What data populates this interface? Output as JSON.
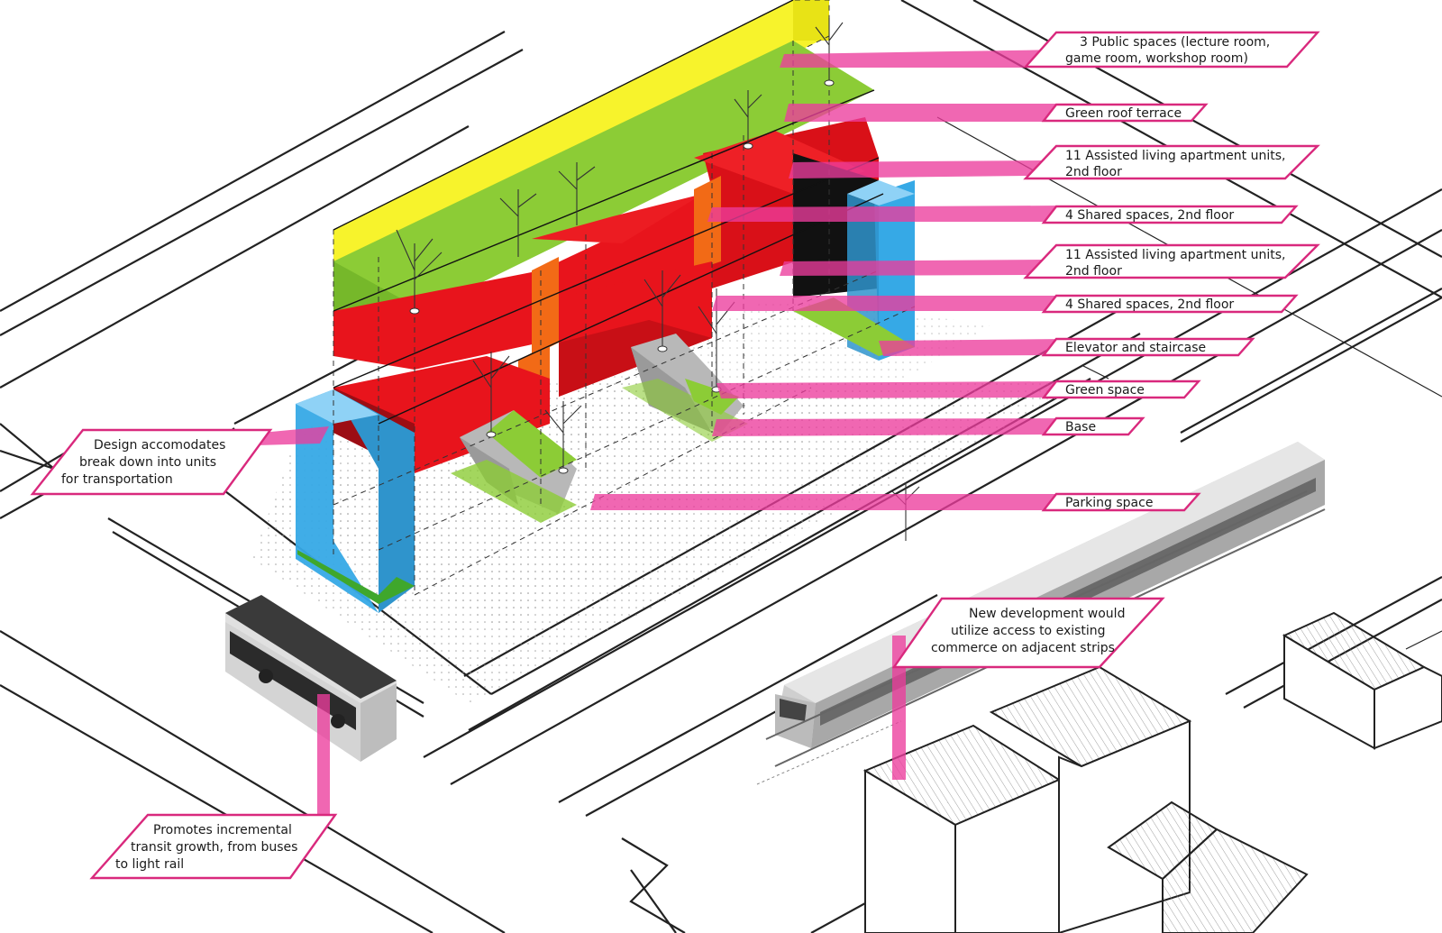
{
  "colors": {
    "yellow_volume": "#f6f21a",
    "green_roof": "#8ccc36",
    "red_units": "#e8141c",
    "red_dark": "#9c0d14",
    "orange_shared": "#f26a16",
    "blue_core": "#36a9e6",
    "callout_border": "#d9297d",
    "leader_fill": "#ec3c9c"
  },
  "labels": {
    "public_spaces": {
      "line1": "3 Public spaces (lecture room,",
      "line2": "game room, workshop room)"
    },
    "green_roof_terrace": {
      "line1": "Green roof terrace"
    },
    "assisted_units_upper": {
      "line1": "11 Assisted living apartment units,",
      "line2": "2nd floor"
    },
    "shared_spaces_upper": {
      "line1": "4 Shared spaces, 2nd floor"
    },
    "assisted_units_lower": {
      "line1": "11 Assisted living apartment units,",
      "line2": "2nd floor"
    },
    "shared_spaces_lower": {
      "line1": "4 Shared spaces, 2nd floor"
    },
    "elevator_staircase": {
      "line1": "Elevator and staircase"
    },
    "green_space": {
      "line1": "Green space"
    },
    "base": {
      "line1": "Base"
    },
    "parking_space": {
      "line1": "Parking space"
    },
    "transport_units": {
      "line1": "Design accomodates",
      "line2": "break down into units",
      "line3": "for transportation"
    },
    "new_development": {
      "line1": "New development would",
      "line2": "utilize access to existing",
      "line3": "commerce on adjacent strips"
    },
    "transit_growth": {
      "line1": "Promotes incremental",
      "line2": "transit growth, from buses",
      "line3": "to light rail"
    }
  }
}
